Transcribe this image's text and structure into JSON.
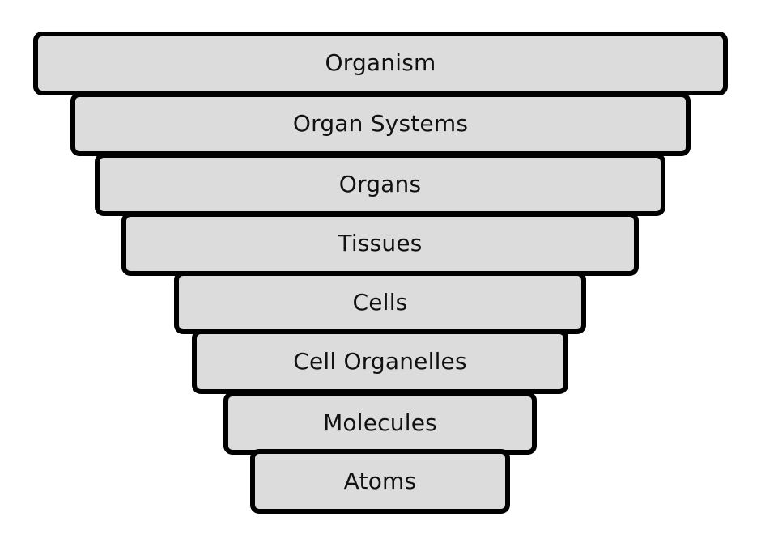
{
  "diagram": {
    "levels": [
      {
        "label": "Organism"
      },
      {
        "label": "Organ Systems"
      },
      {
        "label": "Organs"
      },
      {
        "label": "Tissues"
      },
      {
        "label": "Cells"
      },
      {
        "label": "Cell Organelles"
      },
      {
        "label": "Molecules"
      },
      {
        "label": "Atoms"
      }
    ],
    "colors": {
      "fill": "#dcdcdc",
      "border": "#000000",
      "text": "#111111",
      "background": "#ffffff"
    }
  }
}
